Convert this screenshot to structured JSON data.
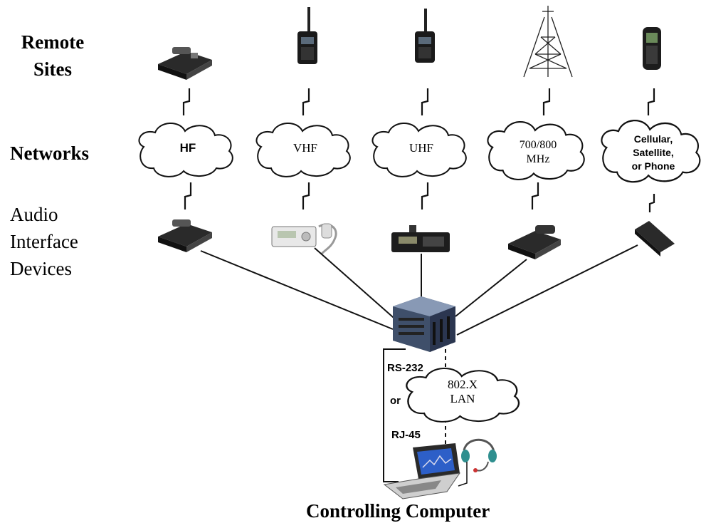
{
  "rows": {
    "remote_sites": [
      "Remote",
      "Sites"
    ],
    "networks": "Networks",
    "audio_interface_devices": [
      "Audio",
      "Interface",
      "Devices"
    ]
  },
  "networks": {
    "hf": [
      "HF"
    ],
    "vhf": [
      "VHF"
    ],
    "uhf": [
      "UHF"
    ],
    "mhz": [
      "700/800",
      "MHz"
    ],
    "cellular": [
      "Cellular,",
      "Satellite,",
      "or Phone"
    ]
  },
  "lan": [
    "802.X",
    "LAN"
  ],
  "connections": {
    "rs232": "RS-232",
    "or": "or",
    "rj45": "RJ-45"
  },
  "footer": "Controlling Computer"
}
